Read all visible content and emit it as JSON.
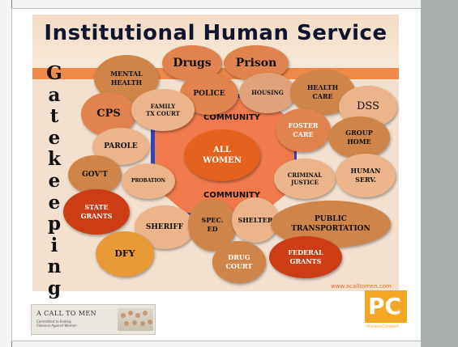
{
  "title": "Institutional Human Service",
  "gatekeeping_letters": [
    "G",
    "a",
    "t",
    "e",
    "k",
    "e",
    "e",
    "p",
    "i",
    "n",
    "g"
  ],
  "community_top": "COMMUNITY",
  "community_bottom": "COMMUNITY",
  "center": [
    "ALL",
    "WOMEN"
  ],
  "bubbles": {
    "drugs": "Drugs",
    "prison": "Prison",
    "mental_health": [
      "MENTAL",
      "HEALTH"
    ],
    "police": "POLICE",
    "housing": "HOUSING",
    "health_care": [
      "HEALTH",
      "CARE"
    ],
    "dss": "DSS",
    "cps": "CPS",
    "family_court": [
      "FAMILY",
      "TX COURT"
    ],
    "foster_care": [
      "FOSTER",
      "CARE"
    ],
    "group_home": [
      "GROUP",
      "HOME"
    ],
    "parole": "PAROLE",
    "govt": "GOV'T",
    "probation": "PROBATION",
    "criminal_justice": [
      "CRIMINAL",
      "JUSTICE"
    ],
    "human_serv": [
      "HUMAN",
      "SERV."
    ],
    "state_grants": [
      "STATE",
      "GRANTS"
    ],
    "sheriff": "SHERIFF",
    "spec_ed": [
      "SPEC.",
      "ED"
    ],
    "shelter": "SHELTER",
    "public_transportation": [
      "PUBLIC",
      "TRANSPORTATION"
    ],
    "dfy": "DFY",
    "drug_court": [
      "DRUG",
      "COURT"
    ],
    "federal_grants": [
      "FEDERAL",
      "GRANTS"
    ]
  },
  "url": "www.acalltomen.com",
  "logo_left": {
    "brand": "A CALL TO MEN",
    "tagline": "Committed to Ending Violence Against Women"
  },
  "logo_right": {
    "letters": "PC",
    "label": "PreventConnect"
  },
  "colors": {
    "title": "#0f1530",
    "band": "#ef8a4a",
    "octagon": "#f07a4c",
    "octagon_border": "#3546b0",
    "pc": "#f4a722"
  }
}
